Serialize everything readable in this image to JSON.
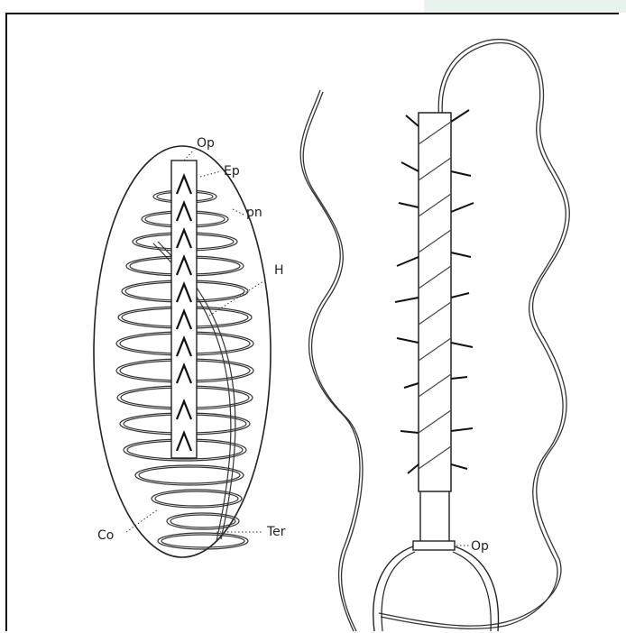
{
  "figure": {
    "labels": {
      "op_top": "Op",
      "ep": "Ep",
      "pn": "pn",
      "h": "H",
      "co": "Co",
      "ter": "Ter",
      "op_right": "Op"
    }
  }
}
